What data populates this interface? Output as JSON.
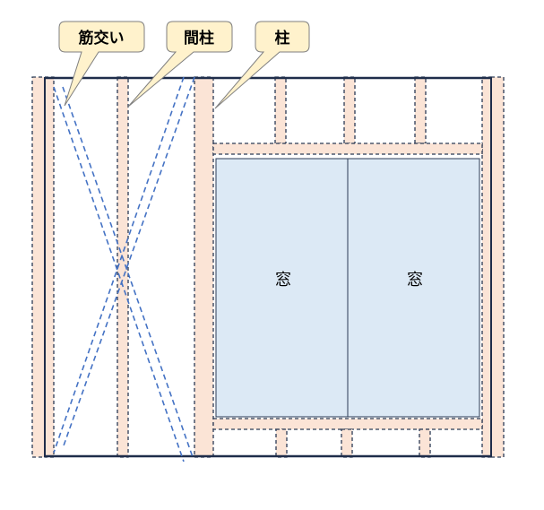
{
  "callouts": {
    "brace": "筋交い",
    "stud": "間柱",
    "post": "柱"
  },
  "windows": {
    "left_label": "窓",
    "right_label": "窓"
  },
  "colors": {
    "timber_fill": "#fbe4d6",
    "timber_dash": "#2b3a55",
    "window_fill": "#dce9f5",
    "window_border": "#2b3a55",
    "brace_line": "#4472c4",
    "frame_line": "#1f2d4a",
    "callout_fill": "#fff2cc",
    "callout_border": "#7f7f7f"
  }
}
